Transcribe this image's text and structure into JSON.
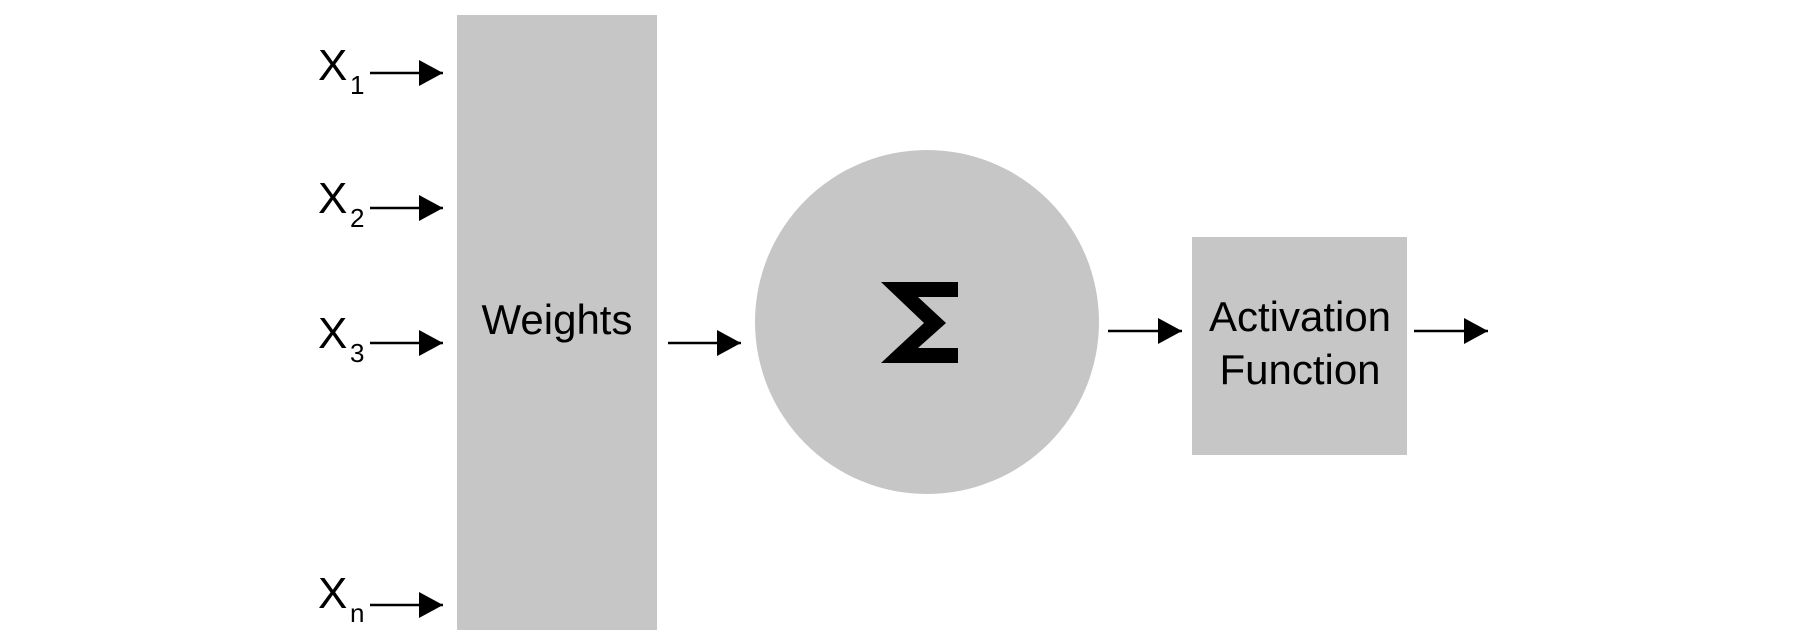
{
  "colors": {
    "background": "#ffffff",
    "shape_fill": "#c6c6c6",
    "stroke": "#000000"
  },
  "inputs": [
    {
      "symbol": "X",
      "subscript": "1"
    },
    {
      "symbol": "X",
      "subscript": "2"
    },
    {
      "symbol": "X",
      "subscript": "3"
    },
    {
      "symbol": "X",
      "subscript": "n"
    }
  ],
  "weights_block": {
    "label": "Weights"
  },
  "summation_node": {
    "symbol": "Σ"
  },
  "activation_block": {
    "line1": "Activation",
    "line2": "Function"
  }
}
